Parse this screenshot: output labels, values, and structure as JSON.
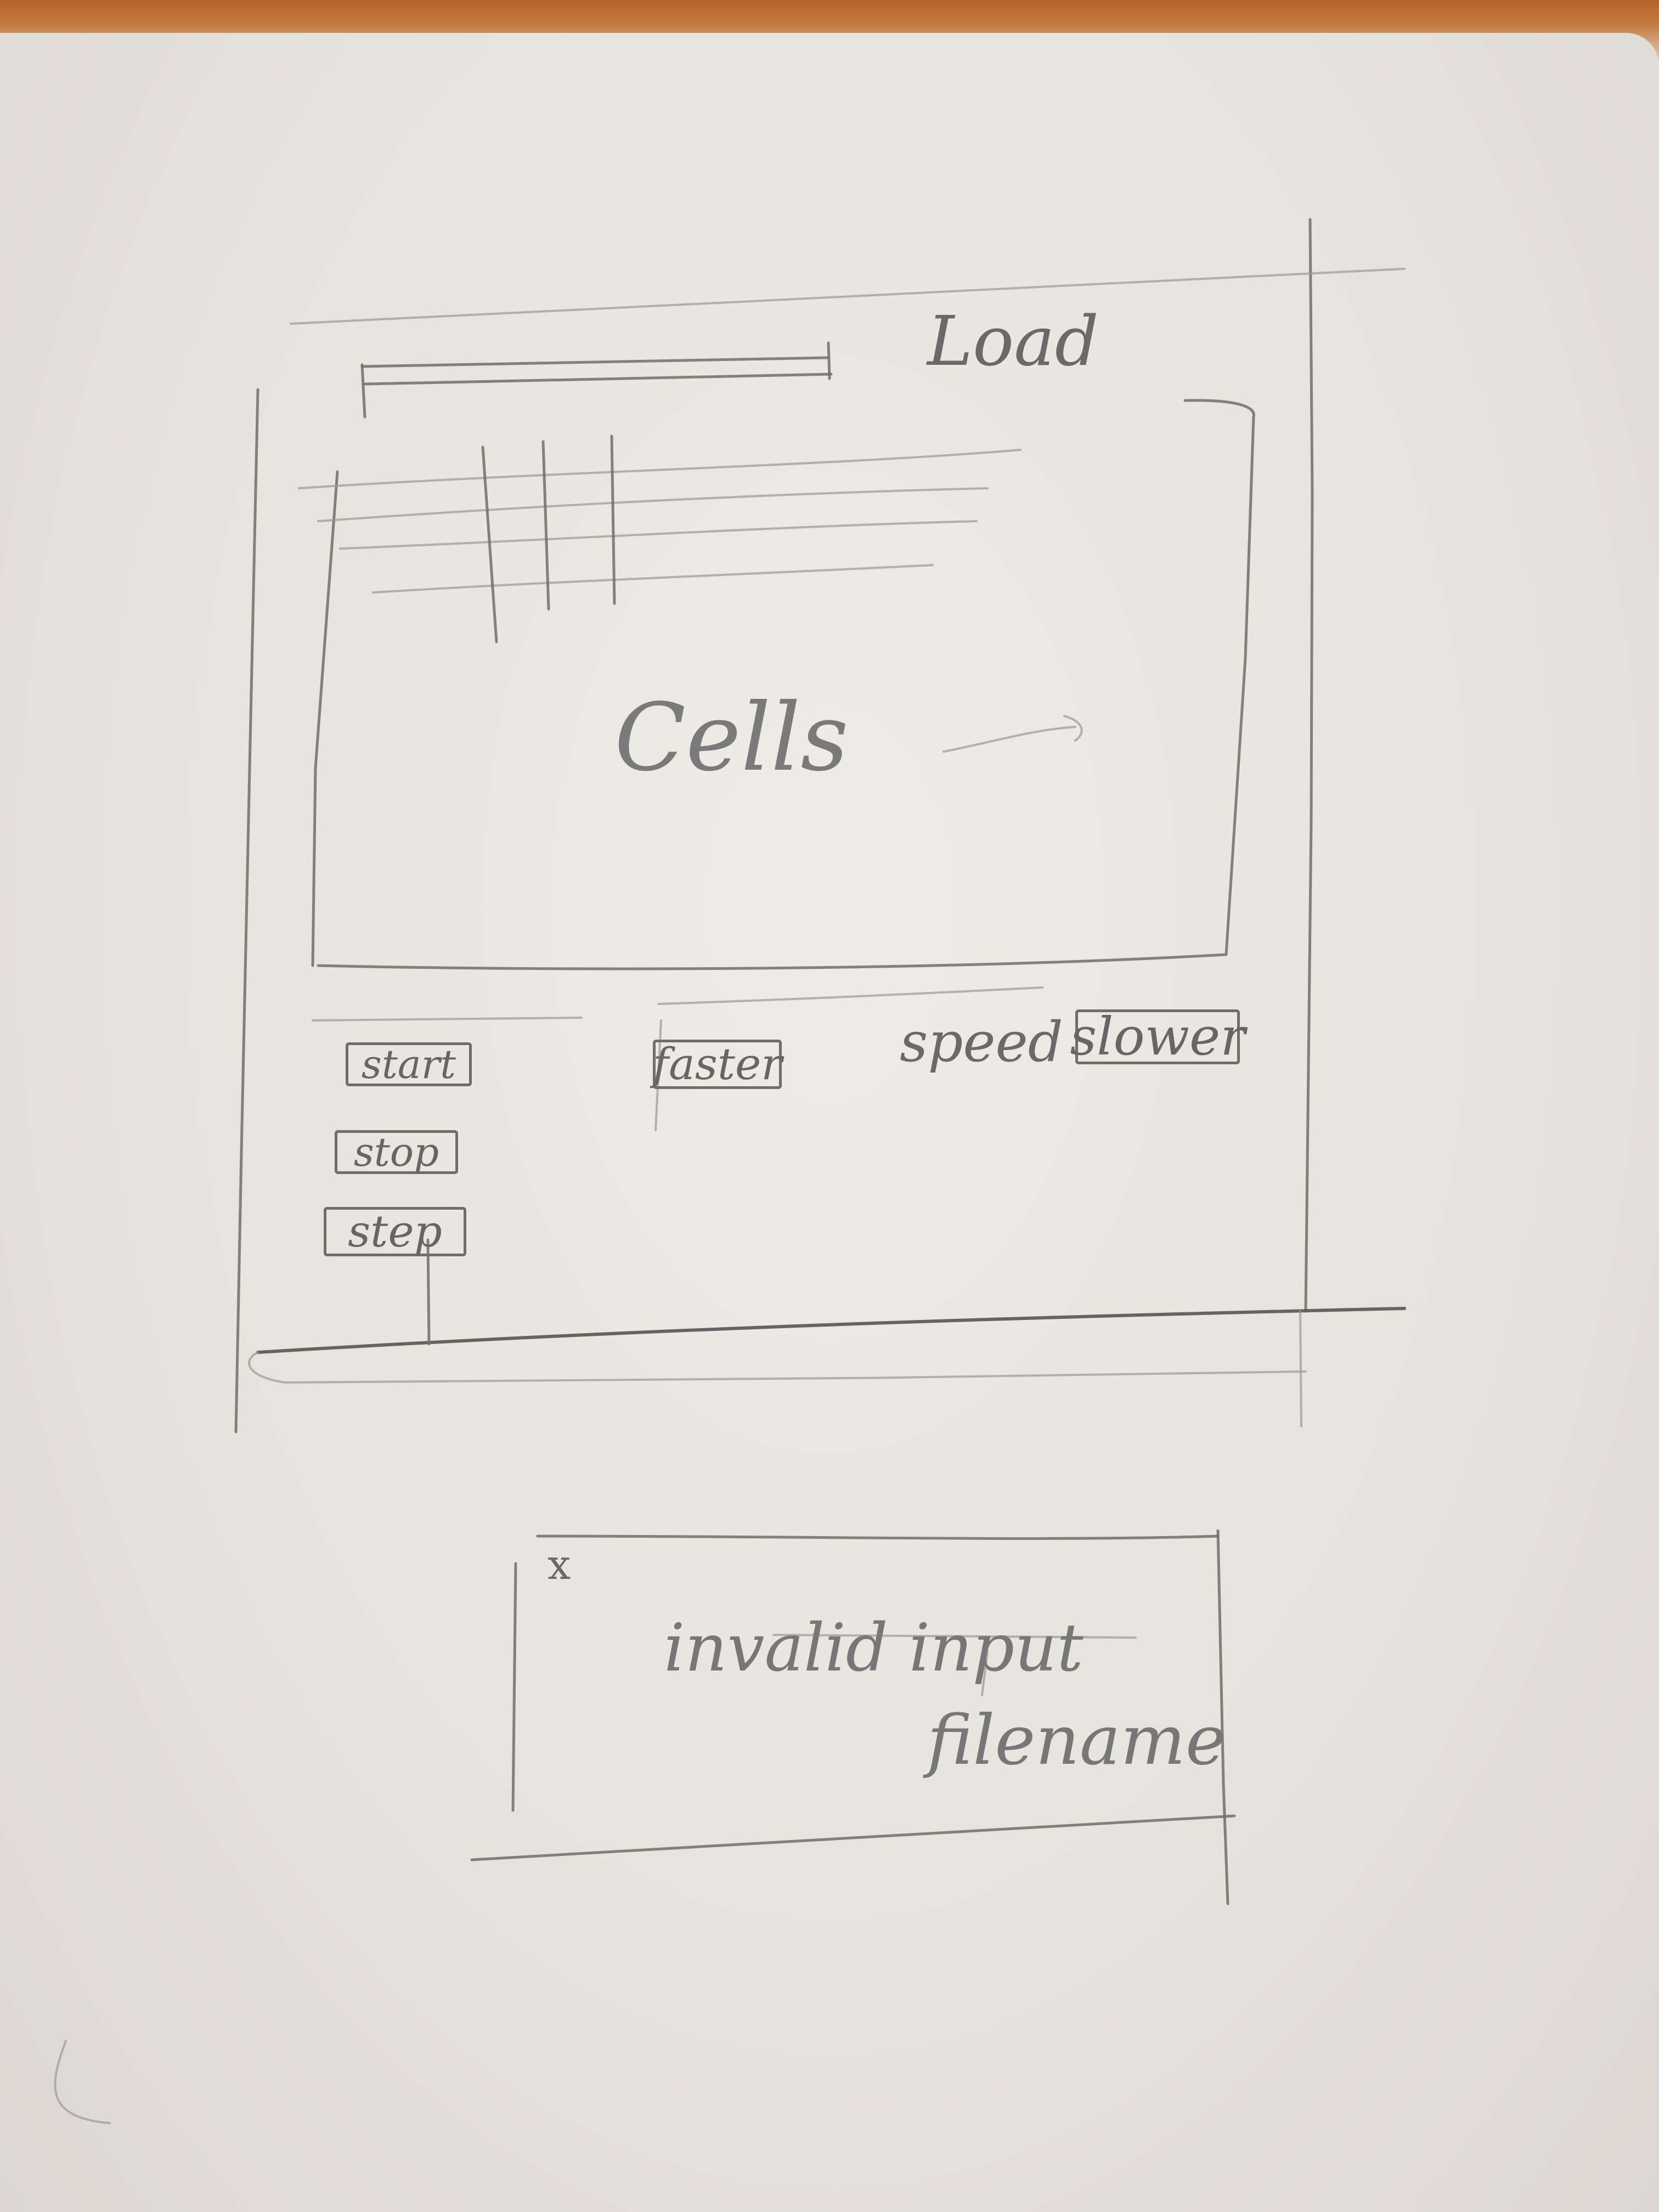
{
  "main_window": {
    "load_label": "Load",
    "cells_label": "Cells",
    "controls": {
      "start_label": "start",
      "stop_label": "stop",
      "step_label": "step",
      "faster_label": "faster",
      "speed_label": "speed",
      "slower_label": "slower"
    }
  },
  "error_dialog": {
    "close_glyph": "x",
    "message_line1": "invalid input",
    "message_line2": "filename"
  }
}
